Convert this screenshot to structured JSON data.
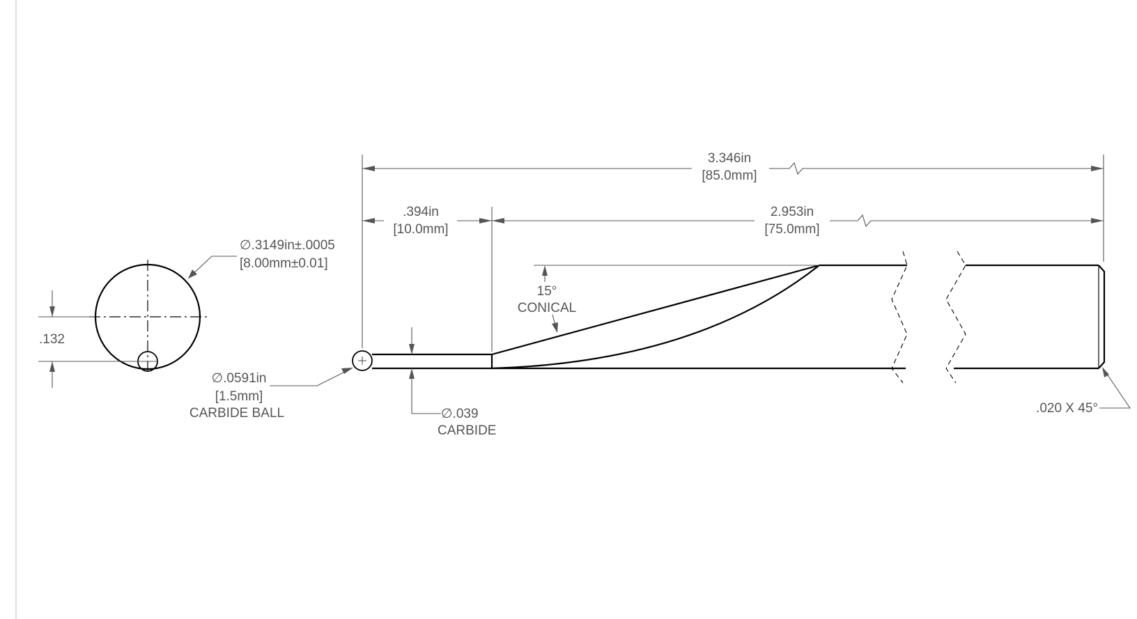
{
  "drawing": {
    "overall_length": {
      "inch": "3.346in",
      "mm": "[85.0mm]"
    },
    "tip_length": {
      "inch": ".394in",
      "mm": "[10.0mm]"
    },
    "shank_length": {
      "inch": "2.953in",
      "mm": "[75.0mm]"
    },
    "shank_diameter": {
      "inch": "∅.3149in±.0005",
      "mm": "[8.00mm±0.01]"
    },
    "ball_offset": ".132",
    "cone": {
      "angle": "15°",
      "label": "CONICAL"
    },
    "ball": {
      "inch": "∅.0591in",
      "mm": "[1.5mm]",
      "material": "CARBIDE BALL"
    },
    "stem": {
      "diameter": "∅.039",
      "material": "CARBIDE"
    },
    "chamfer": ".020 X 45°"
  }
}
